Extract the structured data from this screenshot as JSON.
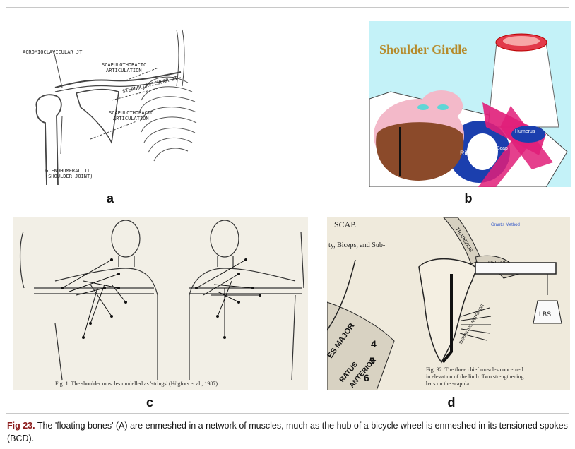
{
  "panels": {
    "a": {
      "label": "a",
      "annotations": {
        "acromio": "ACROMIOCLAVICULAR JT",
        "scapulo_top_1": "SCAPULOTHORACIC",
        "scapulo_top_2": "ARTICULATION",
        "sterno": "STERNOCLAVICULAR JT",
        "scapulo_bot_1": "SCAPULOTHORACIC",
        "scapulo_bot_2": "ARTICULATION",
        "gleno_1": "GLENOHUMERAL JT",
        "gleno_2": "(SHOULDER JOINT)"
      }
    },
    "b": {
      "label": "b",
      "title": "Shoulder Girdle",
      "rib": "Rib",
      "humerus": "Humerus",
      "scap": "Scap"
    },
    "c": {
      "label": "c",
      "caption": "Fig. 1. The shoulder muscles modelled as 'strings' (Högfors et al., 1987)."
    },
    "d": {
      "label": "d",
      "text_scap": "SCAP.",
      "text_biceps": "ty, Biceps, and Sub-",
      "grants": "Grant's Method",
      "trapezius": "TRAPEZIUS",
      "deltoid": "DELTOID",
      "serratus": "SERRATUS ANTERIOR",
      "weight": "LBS",
      "pec": "ES MAJOR",
      "ratus": "RATUS",
      "anterior": "ANTERIOR",
      "num4": "4",
      "num5": "5",
      "num6": "6",
      "fig_caption_1": "Fig. 92. The three chief muscles concerned",
      "fig_caption_2": "in elevation of the limb: Two strengthening",
      "fig_caption_3": "bars on the scapula."
    }
  },
  "caption": {
    "fig_label": "Fig 23.",
    "text": " The 'floating bones' (A) are enmeshed in a network of muscles, much as the hub of a bicycle wheel is enmeshed in its tensioned spokes (BCD)."
  },
  "colors": {
    "fig_label": "#8b1a1a",
    "panel_b_bg": "#c4f2f8",
    "panel_b_title": "#b58a2a",
    "muscle_pink": "#e01e79",
    "rib_blue": "#1b3fae"
  }
}
